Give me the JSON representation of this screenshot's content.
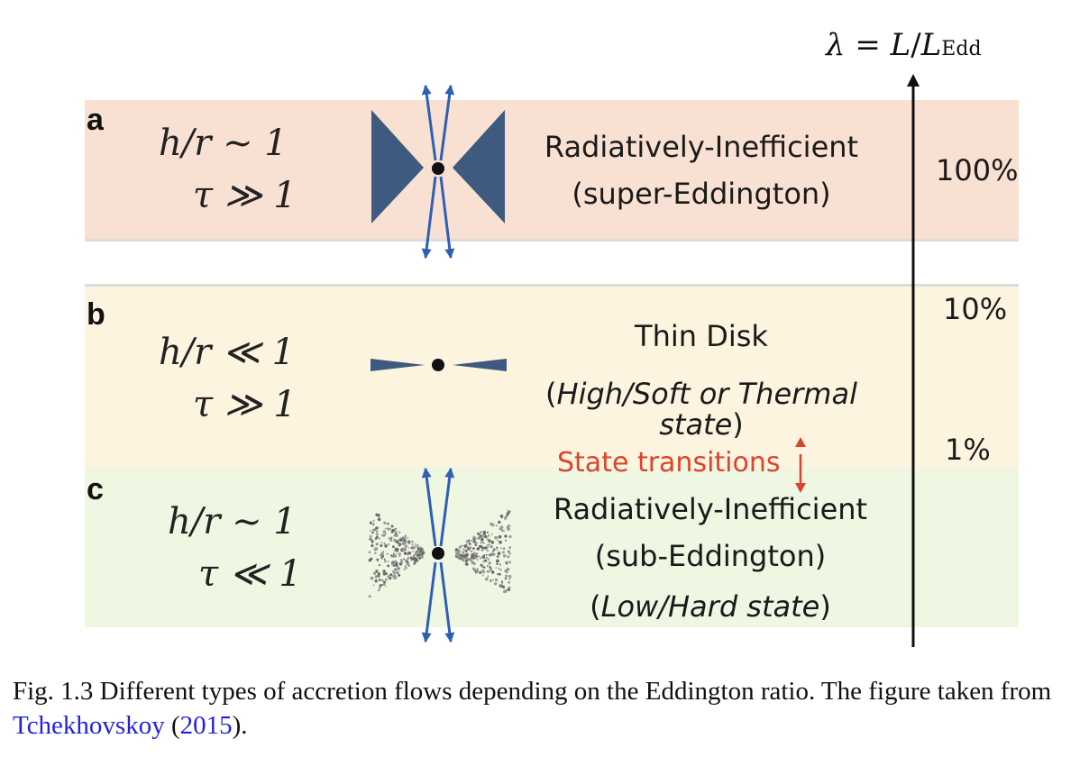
{
  "axis_title": {
    "lambda": "λ",
    "eq": " = ",
    "L": "L",
    "slash": "/",
    "LEdd": "L",
    "sub": "Edd"
  },
  "rows": [
    {
      "letter": "a",
      "geom": "h/r ∼ 1",
      "tau": "τ ≫ 1",
      "label_line1": "Radiatively-Inefficient",
      "label_line2": "(super-Eddington)"
    },
    {
      "letter": "b",
      "geom": "h/r ≪ 1",
      "tau": "τ ≫ 1",
      "label_line1": "Thin Disk",
      "label_line2_open": "(",
      "label_line2_italic": "High/Soft or Thermal",
      "label_line3_italic": "state",
      "label_line3_close": ")"
    },
    {
      "letter": "c",
      "geom": "h/r ∼ 1",
      "tau": "τ ≪ 1",
      "label_line1": "Radiatively-Inefficient",
      "label_line2": "(sub-Eddington)",
      "label_line3_open": "(",
      "label_line3_italic": "Low/Hard state",
      "label_line3_close": ")"
    }
  ],
  "state_transitions": "State transitions",
  "percent_ticks": [
    "100%",
    "10%",
    "1%"
  ],
  "caption": {
    "text_before": "Fig. 1.3 Different types of accretion flows depending on the Eddington ratio. The figure taken from ",
    "author": "Tchekhovskoy",
    "open_paren": " (",
    "year": "2015",
    "close": ")."
  },
  "colors": {
    "band_a": "#f8e1d2",
    "band_b": "#fdf4df",
    "band_c": "#eff6e2",
    "disk_fill": "#3e5a7e",
    "jet_arrow": "#2f5fb3",
    "state_transition": "#d9452c",
    "caption_link": "#2222dd"
  }
}
